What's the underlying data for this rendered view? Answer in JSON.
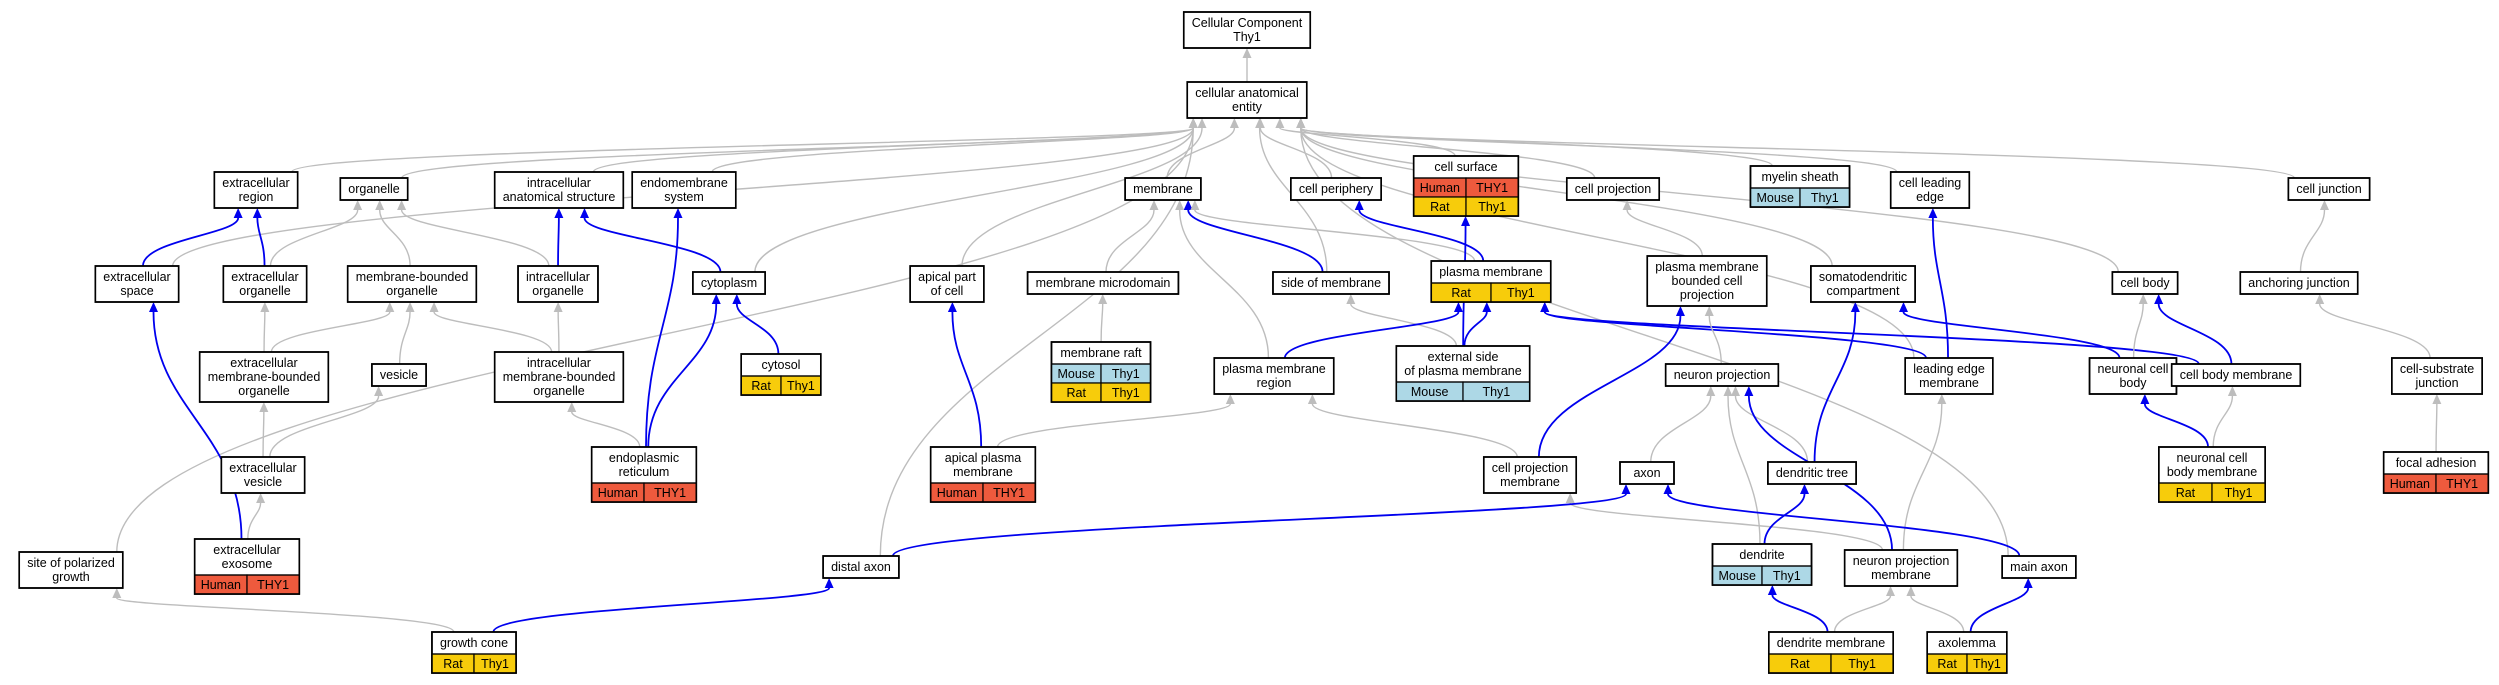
{
  "colors": {
    "human": "#ee5a3d",
    "rat": "#f7cc0b",
    "mouse": "#add8e6",
    "is_a_edge": "#bdbdbd",
    "part_of_edge": "#0000ee",
    "node_border": "#000000"
  },
  "nodes": [
    {
      "id": "root",
      "lines": [
        "Cellular Component",
        "Thy1"
      ]
    },
    {
      "id": "cae",
      "lines": [
        "cellular anatomical",
        "entity"
      ]
    },
    {
      "id": "exreg",
      "lines": [
        "extracellular",
        "region"
      ]
    },
    {
      "id": "organelle",
      "lines": [
        "organelle"
      ]
    },
    {
      "id": "ias",
      "lines": [
        "intracellular",
        "anatomical structure"
      ]
    },
    {
      "id": "endomem",
      "lines": [
        "endomembrane",
        "system"
      ]
    },
    {
      "id": "membrane",
      "lines": [
        "membrane"
      ]
    },
    {
      "id": "cellper",
      "lines": [
        "cell periphery"
      ]
    },
    {
      "id": "cellsurf",
      "lines": [
        "cell surface"
      ],
      "annotations": [
        [
          [
            "Human",
            "human"
          ],
          [
            "THY1",
            "human"
          ]
        ],
        [
          [
            "Rat",
            "rat"
          ],
          [
            "Thy1",
            "rat"
          ]
        ]
      ]
    },
    {
      "id": "cellproj",
      "lines": [
        "cell projection"
      ]
    },
    {
      "id": "myelin",
      "lines": [
        "myelin sheath"
      ],
      "annotations": [
        [
          [
            "Mouse",
            "mouse"
          ],
          [
            "Thy1",
            "mouse"
          ]
        ]
      ]
    },
    {
      "id": "cle",
      "lines": [
        "cell leading",
        "edge"
      ]
    },
    {
      "id": "celljunc",
      "lines": [
        "cell junction"
      ]
    },
    {
      "id": "exspace",
      "lines": [
        "extracellular",
        "space"
      ]
    },
    {
      "id": "exorg",
      "lines": [
        "extracellular",
        "organelle"
      ]
    },
    {
      "id": "mbo",
      "lines": [
        "membrane-bounded",
        "organelle"
      ]
    },
    {
      "id": "iorg",
      "lines": [
        "intracellular",
        "organelle"
      ]
    },
    {
      "id": "cytoplasm",
      "lines": [
        "cytoplasm"
      ]
    },
    {
      "id": "apical",
      "lines": [
        "apical part",
        "of cell"
      ]
    },
    {
      "id": "memmicro",
      "lines": [
        "membrane microdomain"
      ]
    },
    {
      "id": "sidemem",
      "lines": [
        "side of membrane"
      ]
    },
    {
      "id": "pm",
      "lines": [
        "plasma membrane"
      ],
      "annotations": [
        [
          [
            "Rat",
            "rat"
          ],
          [
            "Thy1",
            "rat"
          ]
        ]
      ]
    },
    {
      "id": "pmbcp",
      "lines": [
        "plasma membrane",
        "bounded cell",
        "projection"
      ]
    },
    {
      "id": "sdc",
      "lines": [
        "somatodendritic",
        "compartment"
      ]
    },
    {
      "id": "cellbody",
      "lines": [
        "cell body"
      ]
    },
    {
      "id": "anchjunc",
      "lines": [
        "anchoring junction"
      ]
    },
    {
      "id": "exmbo",
      "lines": [
        "extracellular",
        "membrane-bounded",
        "organelle"
      ]
    },
    {
      "id": "vesicle",
      "lines": [
        "vesicle"
      ]
    },
    {
      "id": "imbo",
      "lines": [
        "intracellular",
        "membrane-bounded",
        "organelle"
      ]
    },
    {
      "id": "cytosol",
      "lines": [
        "cytosol"
      ],
      "annotations": [
        [
          [
            "Rat",
            "rat"
          ],
          [
            "Thy1",
            "rat"
          ]
        ]
      ]
    },
    {
      "id": "memraft",
      "lines": [
        "membrane raft"
      ],
      "annotations": [
        [
          [
            "Mouse",
            "mouse"
          ],
          [
            "Thy1",
            "mouse"
          ]
        ],
        [
          [
            "Rat",
            "rat"
          ],
          [
            "Thy1",
            "rat"
          ]
        ]
      ]
    },
    {
      "id": "pmreg",
      "lines": [
        "plasma membrane",
        "region"
      ]
    },
    {
      "id": "extside",
      "lines": [
        "external side",
        "of plasma membrane"
      ],
      "annotations": [
        [
          [
            "Mouse",
            "mouse"
          ],
          [
            "Thy1",
            "mouse"
          ]
        ]
      ]
    },
    {
      "id": "neuproj",
      "lines": [
        "neuron projection"
      ]
    },
    {
      "id": "lem",
      "lines": [
        "leading edge",
        "membrane"
      ]
    },
    {
      "id": "ncb",
      "lines": [
        "neuronal cell",
        "body"
      ]
    },
    {
      "id": "cbm",
      "lines": [
        "cell body membrane"
      ]
    },
    {
      "id": "csj",
      "lines": [
        "cell-substrate",
        "junction"
      ]
    },
    {
      "id": "exves",
      "lines": [
        "extracellular",
        "vesicle"
      ]
    },
    {
      "id": "er",
      "lines": [
        "endoplasmic",
        "reticulum"
      ],
      "annotations": [
        [
          [
            "Human",
            "human"
          ],
          [
            "THY1",
            "human"
          ]
        ]
      ]
    },
    {
      "id": "apm",
      "lines": [
        "apical plasma",
        "membrane"
      ],
      "annotations": [
        [
          [
            "Human",
            "human"
          ],
          [
            "THY1",
            "human"
          ]
        ]
      ]
    },
    {
      "id": "cpm",
      "lines": [
        "cell projection",
        "membrane"
      ]
    },
    {
      "id": "axon",
      "lines": [
        "axon"
      ]
    },
    {
      "id": "dtree",
      "lines": [
        "dendritic tree"
      ]
    },
    {
      "id": "ncbm",
      "lines": [
        "neuronal cell",
        "body membrane"
      ],
      "annotations": [
        [
          [
            "Rat",
            "rat"
          ],
          [
            "Thy1",
            "rat"
          ]
        ]
      ]
    },
    {
      "id": "focal",
      "lines": [
        "focal adhesion"
      ],
      "annotations": [
        [
          [
            "Human",
            "human"
          ],
          [
            "THY1",
            "human"
          ]
        ]
      ]
    },
    {
      "id": "spg",
      "lines": [
        "site of polarized",
        "growth"
      ]
    },
    {
      "id": "exo",
      "lines": [
        "extracellular",
        "exosome"
      ],
      "annotations": [
        [
          [
            "Human",
            "human"
          ],
          [
            "THY1",
            "human"
          ]
        ]
      ]
    },
    {
      "id": "distal",
      "lines": [
        "distal axon"
      ]
    },
    {
      "id": "dendrite",
      "lines": [
        "dendrite"
      ],
      "annotations": [
        [
          [
            "Mouse",
            "mouse"
          ],
          [
            "Thy1",
            "mouse"
          ]
        ]
      ]
    },
    {
      "id": "npm",
      "lines": [
        "neuron projection",
        "membrane"
      ]
    },
    {
      "id": "mainaxon",
      "lines": [
        "main axon"
      ]
    },
    {
      "id": "gcone",
      "lines": [
        "growth cone"
      ],
      "annotations": [
        [
          [
            "Rat",
            "rat"
          ],
          [
            "Thy1",
            "rat"
          ]
        ]
      ]
    },
    {
      "id": "dmem",
      "lines": [
        "dendrite membrane"
      ],
      "annotations": [
        [
          [
            "Rat",
            "rat"
          ],
          [
            "Thy1",
            "rat"
          ]
        ]
      ]
    },
    {
      "id": "axolemma",
      "lines": [
        "axolemma"
      ],
      "annotations": [
        [
          [
            "Rat",
            "rat"
          ],
          [
            "Thy1",
            "rat"
          ]
        ]
      ]
    }
  ],
  "edges": [
    {
      "from": "cae",
      "to": "root",
      "type": "is_a"
    },
    {
      "from": "exreg",
      "to": "cae",
      "type": "is_a"
    },
    {
      "from": "organelle",
      "to": "cae",
      "type": "is_a"
    },
    {
      "from": "ias",
      "to": "cae",
      "type": "is_a"
    },
    {
      "from": "endomem",
      "to": "cae",
      "type": "is_a"
    },
    {
      "from": "membrane",
      "to": "cae",
      "type": "is_a"
    },
    {
      "from": "cellper",
      "to": "cae",
      "type": "is_a"
    },
    {
      "from": "cellsurf",
      "to": "cae",
      "type": "is_a"
    },
    {
      "from": "cellproj",
      "to": "cae",
      "type": "is_a"
    },
    {
      "from": "myelin",
      "to": "cae",
      "type": "is_a"
    },
    {
      "from": "cle",
      "to": "cae",
      "type": "is_a"
    },
    {
      "from": "celljunc",
      "to": "cae",
      "type": "is_a"
    },
    {
      "from": "exspace",
      "to": "cae",
      "type": "is_a"
    },
    {
      "from": "cytoplasm",
      "to": "cae",
      "type": "is_a"
    },
    {
      "from": "apical",
      "to": "cae",
      "type": "is_a"
    },
    {
      "from": "sidemem",
      "to": "cae",
      "type": "is_a"
    },
    {
      "from": "sdc",
      "to": "cae",
      "type": "is_a"
    },
    {
      "from": "cellbody",
      "to": "cae",
      "type": "is_a"
    },
    {
      "from": "spg",
      "to": "cae",
      "type": "is_a"
    },
    {
      "from": "distal",
      "to": "cae",
      "type": "is_a"
    },
    {
      "from": "mainaxon",
      "to": "cae",
      "type": "is_a"
    },
    {
      "from": "lem",
      "to": "cae",
      "type": "is_a"
    },
    {
      "from": "exspace",
      "to": "exreg",
      "type": "part_of"
    },
    {
      "from": "exorg",
      "to": "exreg",
      "type": "part_of"
    },
    {
      "from": "exorg",
      "to": "organelle",
      "type": "is_a"
    },
    {
      "from": "mbo",
      "to": "organelle",
      "type": "is_a"
    },
    {
      "from": "iorg",
      "to": "organelle",
      "type": "is_a"
    },
    {
      "from": "iorg",
      "to": "ias",
      "type": "part_of"
    },
    {
      "from": "cytoplasm",
      "to": "ias",
      "type": "part_of"
    },
    {
      "from": "er",
      "to": "endomem",
      "type": "part_of"
    },
    {
      "from": "er",
      "to": "cytoplasm",
      "type": "part_of"
    },
    {
      "from": "cytosol",
      "to": "cytoplasm",
      "type": "part_of"
    },
    {
      "from": "memmicro",
      "to": "membrane",
      "type": "is_a"
    },
    {
      "from": "sidemem",
      "to": "membrane",
      "type": "part_of"
    },
    {
      "from": "pm",
      "to": "membrane",
      "type": "is_a"
    },
    {
      "from": "pmreg",
      "to": "membrane",
      "type": "is_a"
    },
    {
      "from": "pm",
      "to": "cellper",
      "type": "part_of"
    },
    {
      "from": "extside",
      "to": "cellsurf",
      "type": "part_of"
    },
    {
      "from": "pmbcp",
      "to": "cellproj",
      "type": "is_a"
    },
    {
      "from": "lem",
      "to": "cle",
      "type": "part_of"
    },
    {
      "from": "anchjunc",
      "to": "celljunc",
      "type": "is_a"
    },
    {
      "from": "exmbo",
      "to": "exorg",
      "type": "is_a"
    },
    {
      "from": "exmbo",
      "to": "mbo",
      "type": "is_a"
    },
    {
      "from": "vesicle",
      "to": "mbo",
      "type": "is_a"
    },
    {
      "from": "imbo",
      "to": "mbo",
      "type": "is_a"
    },
    {
      "from": "imbo",
      "to": "iorg",
      "type": "is_a"
    },
    {
      "from": "er",
      "to": "imbo",
      "type": "is_a"
    },
    {
      "from": "apm",
      "to": "apical",
      "type": "part_of"
    },
    {
      "from": "memraft",
      "to": "memmicro",
      "type": "is_a"
    },
    {
      "from": "extside",
      "to": "sidemem",
      "type": "is_a"
    },
    {
      "from": "extside",
      "to": "pm",
      "type": "part_of"
    },
    {
      "from": "pmreg",
      "to": "pm",
      "type": "part_of"
    },
    {
      "from": "lem",
      "to": "pm",
      "type": "part_of"
    },
    {
      "from": "cbm",
      "to": "pm",
      "type": "part_of"
    },
    {
      "from": "neuproj",
      "to": "pmbcp",
      "type": "is_a"
    },
    {
      "from": "cpm",
      "to": "pmbcp",
      "type": "part_of"
    },
    {
      "from": "dtree",
      "to": "sdc",
      "type": "part_of"
    },
    {
      "from": "ncb",
      "to": "sdc",
      "type": "part_of"
    },
    {
      "from": "ncb",
      "to": "cellbody",
      "type": "is_a"
    },
    {
      "from": "cbm",
      "to": "cellbody",
      "type": "part_of"
    },
    {
      "from": "csj",
      "to": "anchjunc",
      "type": "is_a"
    },
    {
      "from": "exves",
      "to": "exmbo",
      "type": "is_a"
    },
    {
      "from": "exves",
      "to": "vesicle",
      "type": "is_a"
    },
    {
      "from": "apm",
      "to": "pmreg",
      "type": "is_a"
    },
    {
      "from": "cpm",
      "to": "pmreg",
      "type": "is_a"
    },
    {
      "from": "axon",
      "to": "neuproj",
      "type": "is_a"
    },
    {
      "from": "dtree",
      "to": "neuproj",
      "type": "is_a"
    },
    {
      "from": "dendrite",
      "to": "neuproj",
      "type": "is_a"
    },
    {
      "from": "npm",
      "to": "neuproj",
      "type": "part_of"
    },
    {
      "from": "npm",
      "to": "lem",
      "type": "is_a"
    },
    {
      "from": "ncbm",
      "to": "ncb",
      "type": "part_of"
    },
    {
      "from": "ncbm",
      "to": "cbm",
      "type": "is_a"
    },
    {
      "from": "focal",
      "to": "csj",
      "type": "is_a"
    },
    {
      "from": "exo",
      "to": "exves",
      "type": "is_a"
    },
    {
      "from": "exo",
      "to": "exspace",
      "type": "part_of"
    },
    {
      "from": "npm",
      "to": "cpm",
      "type": "is_a"
    },
    {
      "from": "distal",
      "to": "axon",
      "type": "part_of"
    },
    {
      "from": "mainaxon",
      "to": "axon",
      "type": "part_of"
    },
    {
      "from": "dendrite",
      "to": "dtree",
      "type": "part_of"
    },
    {
      "from": "gcone",
      "to": "spg",
      "type": "is_a"
    },
    {
      "from": "gcone",
      "to": "distal",
      "type": "part_of"
    },
    {
      "from": "dmem",
      "to": "dendrite",
      "type": "part_of"
    },
    {
      "from": "dmem",
      "to": "npm",
      "type": "is_a"
    },
    {
      "from": "axolemma",
      "to": "npm",
      "type": "is_a"
    },
    {
      "from": "axolemma",
      "to": "mainaxon",
      "type": "part_of"
    }
  ]
}
